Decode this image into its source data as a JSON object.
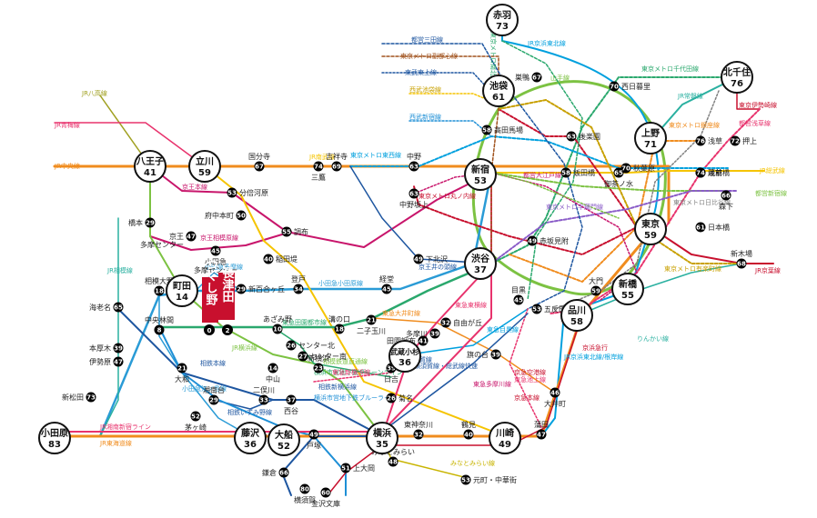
{
  "colors": {
    "jr_chuo": "#f08c1e",
    "yamanote": "#7cc242",
    "keio": "#c8156b",
    "odakyu": "#2a9bd6",
    "tokyu": "#e8336d",
    "sotetsu": "#1e56a0",
    "metro": "#00a0de",
    "highlight": "#c8102e"
  },
  "hubs": [
    {
      "key": "akabane",
      "name": "赤羽",
      "num": "73"
    },
    {
      "key": "ikebukuro",
      "name": "池袋",
      "num": "61"
    },
    {
      "key": "kitasenju",
      "name": "北千住",
      "num": "76"
    },
    {
      "key": "ueno",
      "name": "上野",
      "num": "71"
    },
    {
      "key": "hachioji",
      "name": "八王子",
      "num": "41"
    },
    {
      "key": "tachikawa",
      "name": "立川",
      "num": "59"
    },
    {
      "key": "shinjuku",
      "name": "新宿",
      "num": "53"
    },
    {
      "key": "tokyo",
      "name": "東京",
      "num": "59"
    },
    {
      "key": "shibuya",
      "name": "渋谷",
      "num": "37"
    },
    {
      "key": "machida",
      "name": "町田",
      "num": "14"
    },
    {
      "key": "shinbashi",
      "name": "新橋",
      "num": "55"
    },
    {
      "key": "shinagawa",
      "name": "品川",
      "num": "58"
    },
    {
      "key": "musashikosugi",
      "name": "武蔵小杉",
      "num": "36"
    },
    {
      "key": "odawara",
      "name": "小田原",
      "num": "83"
    },
    {
      "key": "fujisawa",
      "name": "藤沢",
      "num": "36"
    },
    {
      "key": "ofuna",
      "name": "大船",
      "num": "52"
    },
    {
      "key": "yokohama",
      "name": "横浜",
      "num": "35"
    },
    {
      "key": "kawasaki",
      "name": "川崎",
      "num": "49"
    }
  ],
  "highlight": {
    "part1": "長津田",
    "part2": "つくし野"
  },
  "stations": [
    {
      "key": "nishinippori",
      "name": "西日暮里",
      "num": "70"
    },
    {
      "key": "sugamo",
      "name": "巣鴨",
      "num": "67"
    },
    {
      "key": "asakusa",
      "name": "浅草",
      "num": "76"
    },
    {
      "key": "oshiage",
      "name": "押上",
      "num": "72"
    },
    {
      "key": "kuramae",
      "name": "蔵前",
      "num": "76"
    },
    {
      "key": "akihabara",
      "name": "秋葉原",
      "num": "70"
    },
    {
      "key": "asakusabashi",
      "name": "浅草橋",
      "num": "74"
    },
    {
      "key": "takadanobaba",
      "name": "高田馬場",
      "num": "58"
    },
    {
      "key": "korakuen",
      "name": "後楽園",
      "num": "63"
    },
    {
      "key": "iidabashi",
      "name": "飯田橋",
      "num": "58"
    },
    {
      "key": "ochanomizu",
      "name": "御茶ノ水",
      "num": "65"
    },
    {
      "key": "kokubunji",
      "name": "国分寺",
      "num": "67"
    },
    {
      "key": "mitaka",
      "name": "三鷹",
      "num": "74"
    },
    {
      "key": "kichijoji",
      "name": "吉祥寺",
      "num": "69"
    },
    {
      "key": "nakano",
      "name": "中野",
      "num": "63"
    },
    {
      "key": "nakanosakaue",
      "name": "中野坂上",
      "num": "63"
    },
    {
      "key": "bunbaigawara",
      "name": "分倍河原",
      "num": "53"
    },
    {
      "key": "fuchuhonmachi",
      "name": "府中本町",
      "num": "50"
    },
    {
      "key": "chofu",
      "name": "調布",
      "num": "55"
    },
    {
      "key": "inagizutsumi",
      "name": "稲田堤",
      "num": "40"
    },
    {
      "key": "keiotama",
      "name": "京王\n多摩センター",
      "num": "47"
    },
    {
      "key": "odakyutama",
      "name": "小田急\n多摩センター",
      "num": "45"
    },
    {
      "key": "hashimoto",
      "name": "橋本",
      "num": "29"
    },
    {
      "key": "shinyurigaoka",
      "name": "新百合ヶ丘",
      "num": "29"
    },
    {
      "key": "noborito",
      "name": "登戸",
      "num": "34"
    },
    {
      "key": "kyodo",
      "name": "経堂",
      "num": "45"
    },
    {
      "key": "shimokitazawa",
      "name": "下北沢",
      "num": "49"
    },
    {
      "key": "akasakamitsuke",
      "name": "赤坂見附",
      "num": "49"
    },
    {
      "key": "morishita",
      "name": "森下",
      "num": "66"
    },
    {
      "key": "nihombashi",
      "name": "日本橋",
      "num": "61"
    },
    {
      "key": "shinkiba",
      "name": "新木場",
      "num": "68"
    },
    {
      "key": "omon",
      "name": "大門",
      "num": "59"
    },
    {
      "key": "gotanda",
      "name": "五反田",
      "num": "53"
    },
    {
      "key": "meguro",
      "name": "目黒",
      "num": "45"
    },
    {
      "key": "jiyugaoka",
      "name": "自由が丘",
      "num": "32"
    },
    {
      "key": "denenchofu",
      "name": "田園調布",
      "num": "41"
    },
    {
      "key": "futakotamagawa",
      "name": "二子玉川",
      "num": "21"
    },
    {
      "key": "mizonokuchi",
      "name": "溝の口",
      "num": "18"
    },
    {
      "key": "hatanodai",
      "name": "旗の台",
      "num": "39"
    },
    {
      "key": "tamagawa",
      "name": "多摩川",
      "num": "39"
    },
    {
      "key": "oimachi",
      "name": "大井町",
      "num": "46"
    },
    {
      "key": "kamata",
      "name": "蒲田",
      "num": "47"
    },
    {
      "key": "sagamiono",
      "name": "相模大野",
      "num": "18"
    },
    {
      "key": "chuorinkan",
      "name": "中央林間",
      "num": "8"
    },
    {
      "key": "ebina",
      "name": "海老名",
      "num": "65"
    },
    {
      "key": "honatsugi",
      "name": "本厚木",
      "num": "39"
    },
    {
      "key": "isehara",
      "name": "伊勢原",
      "num": "47"
    },
    {
      "key": "hadanoshinmatsuda",
      "name": "新松田",
      "num": "73"
    },
    {
      "key": "yamato",
      "name": "大和",
      "num": "21"
    },
    {
      "key": "shonandai",
      "name": "湘南台",
      "num": "29"
    },
    {
      "key": "futamatagawa",
      "name": "二俣川",
      "num": "33"
    },
    {
      "key": "azamino",
      "name": "あざみ野",
      "num": "10"
    },
    {
      "key": "centerkita",
      "name": "センター北",
      "num": "26"
    },
    {
      "key": "centerminami",
      "name": "センター南",
      "num": "27"
    },
    {
      "key": "nakayama",
      "name": "中山",
      "num": "14"
    },
    {
      "key": "shinyokohama",
      "name": "新横浜",
      "num": "23"
    },
    {
      "key": "nishiya",
      "name": "西谷",
      "num": "37"
    },
    {
      "key": "hiyoshi",
      "name": "日吉",
      "num": "39"
    },
    {
      "key": "kikuna",
      "name": "菊名",
      "num": "26"
    },
    {
      "key": "higashikanagawa",
      "name": "東神奈川",
      "num": "32"
    },
    {
      "key": "tsurumi",
      "name": "鶴見",
      "num": "40"
    },
    {
      "key": "chigasaki",
      "name": "茅ヶ崎",
      "num": "52"
    },
    {
      "key": "totsuka",
      "name": "戸塚",
      "num": "49"
    },
    {
      "key": "kamakura",
      "name": "鎌倉",
      "num": "66"
    },
    {
      "key": "zushi",
      "name": "横須賀",
      "num": "80"
    },
    {
      "key": "kamiooka",
      "name": "上大岡",
      "num": "51"
    },
    {
      "key": "kanazawabunko",
      "name": "金沢文庫",
      "num": "60"
    },
    {
      "key": "minatomirai",
      "name": "みなとみらい",
      "num": "48"
    },
    {
      "key": "motomachi",
      "name": "元町・中華街",
      "num": "53"
    }
  ],
  "nagatsuta_num": "0",
  "tsukushino_num": "2",
  "line_labels": [
    "JR京浜東北線",
    "都営三田線",
    "東京メトロ南北線",
    "東京メトロ副都心線",
    "東武東上線",
    "西武池袋線",
    "西武新宿線",
    "山手線",
    "東京メトロ千代田線",
    "JR常磐線",
    "東京伊勢崎線",
    "東京メトロ銀座線",
    "都営浅草線",
    "JR総武線",
    "都営新宿線",
    "東京メトロ丸ノ内線",
    "東京メトロ東西線",
    "東京メトロ有楽町線",
    "東京メトロ半蔵門線",
    "東京メトロ日比谷線",
    "JR京葉線",
    "都営大江戸線",
    "JR八高線",
    "JR青梅線",
    "JR中央線",
    "京王本線",
    "京王相模原線",
    "京王井の頭線",
    "小田急小田原線",
    "小田急多摩線",
    "JR南武線",
    "JR横浜線",
    "JR相模線",
    "東急田園都市線",
    "東急大井町線",
    "東急目黒線",
    "東急東横線",
    "東急池上線",
    "東急多摩川線",
    "横浜市営地下鉄ブルーライン",
    "横浜市営地下鉄グリーンライン",
    "相鉄本線",
    "相鉄いずみ野線",
    "相鉄新横浜線",
    "小田急江ノ島線",
    "JR湘南新宿ライン",
    "JR東海道線",
    "JR横須賀線",
    "京急本線",
    "京急空港線",
    "りんかい線",
    "みなとみらい線",
    "東急新横浜線",
    "相模鉄道直通線",
    "京浜急行",
    "JR京浜東北線/根岸線",
    "横須賀線・総武線快速"
  ]
}
